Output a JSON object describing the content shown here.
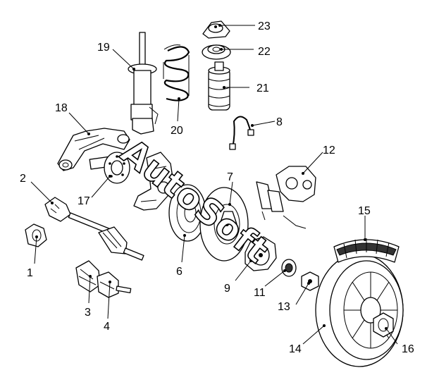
{
  "watermark": "AutoSoft",
  "callouts": [
    {
      "id": "1",
      "label": "1"
    },
    {
      "id": "2",
      "label": "2"
    },
    {
      "id": "3",
      "label": "3"
    },
    {
      "id": "4",
      "label": "4"
    },
    {
      "id": "6",
      "label": "6"
    },
    {
      "id": "7",
      "label": "7"
    },
    {
      "id": "8",
      "label": "8"
    },
    {
      "id": "9",
      "label": "9"
    },
    {
      "id": "11",
      "label": "11"
    },
    {
      "id": "12",
      "label": "12"
    },
    {
      "id": "13",
      "label": "13"
    },
    {
      "id": "14",
      "label": "14"
    },
    {
      "id": "15",
      "label": "15"
    },
    {
      "id": "16",
      "label": "16"
    },
    {
      "id": "17",
      "label": "17"
    },
    {
      "id": "18",
      "label": "18"
    },
    {
      "id": "19",
      "label": "19"
    },
    {
      "id": "20",
      "label": "20"
    },
    {
      "id": "21",
      "label": "21"
    },
    {
      "id": "22",
      "label": "22"
    },
    {
      "id": "23",
      "label": "23"
    }
  ]
}
